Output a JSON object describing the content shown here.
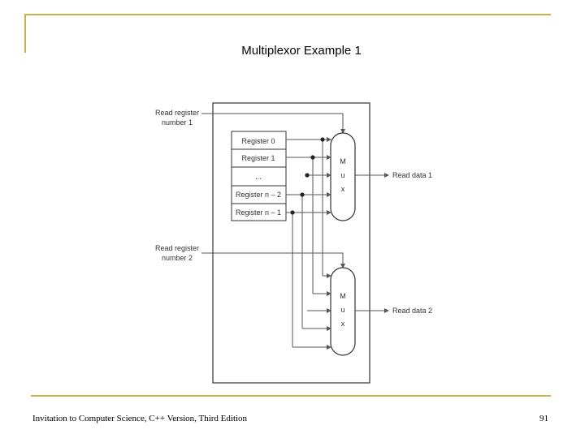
{
  "slide": {
    "title": "Multiplexor Example 1",
    "footer": "Invitation to Computer Science, C++ Version, Third Edition",
    "page_number": "91",
    "accent_color": "#c8b44a"
  },
  "diagram": {
    "input_labels": {
      "read_register_1": [
        "Read register",
        "number 1"
      ],
      "read_register_2": [
        "Read register",
        "number 2"
      ]
    },
    "registers": [
      "Register 0",
      "Register 1",
      "...",
      "Register n – 2",
      "Register n – 1"
    ],
    "mux_label": [
      "M",
      "u",
      "x"
    ],
    "outputs": [
      "Read data 1",
      "Read data 2"
    ]
  }
}
